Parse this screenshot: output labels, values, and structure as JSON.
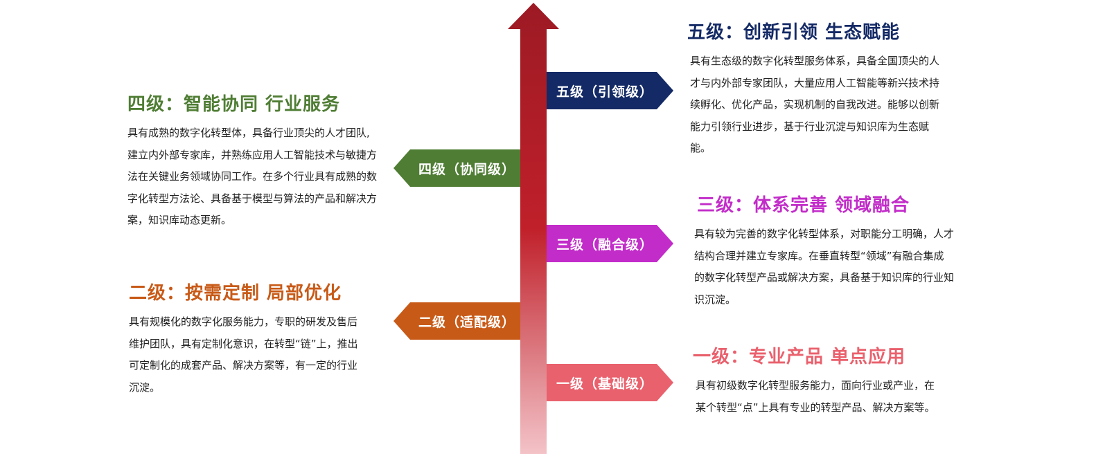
{
  "colors": {
    "arrow_top": "#9c1a24",
    "arrow_mid": "#c0202a",
    "arrow_bottom": "#f3c3c8",
    "level5": "#142a66",
    "level4": "#4f7d34",
    "level3": "#c22cc9",
    "level2": "#c85a17",
    "level1": "#e9616d"
  },
  "levels": [
    {
      "id": "level5",
      "tag": "五级（引领级）",
      "title": "五级：创新引领 生态赋能",
      "desc": "具有生态级的数字化转型服务体系，具备全国顶尖的人才与内外部专家团队，大量应用人工智能等新兴技术持续孵化、优化产品，实现机制的自我改进。能够以创新能力引领行业进步，基于行业沉淀与知识库为生态赋能。"
    },
    {
      "id": "level4",
      "tag": "四级（协同级）",
      "title": "四级：智能协同 行业服务",
      "desc": "具有成熟的数字化转型体，具备行业顶尖的人才团队,建立内外部专家库，并熟练应用人工智能技术与敏捷方法在关键业务领域协同工作。在多个行业具有成熟的数字化转型方法论、具备基于模型与算法的产品和解决方案，知识库动态更新。"
    },
    {
      "id": "level3",
      "tag": "三级（融合级）",
      "title": "三级：体系完善 领域融合",
      "desc": "具有较为完善的数字化转型体系，对职能分工明确，人才结构合理并建立专家库。在垂直转型“领域”有融合集成的数字化转型产品或解决方案，具备基于知识库的行业知识沉淀。"
    },
    {
      "id": "level2",
      "tag": "二级（适配级）",
      "title": "二级：按需定制 局部优化",
      "desc": "具有规模化的数字化服务能力，专职的研发及售后维护团队，具有定制化意识，在转型“链”上，推出可定制化的成套产品、解决方案等，有一定的行业沉淀。"
    },
    {
      "id": "level1",
      "tag": "一级（基础级）",
      "title": "一级：专业产品 单点应用",
      "desc": "具有初级数字化转型服务能力，面向行业或产业，在某个转型“点”上具有专业的转型产品、解决方案等。"
    }
  ]
}
